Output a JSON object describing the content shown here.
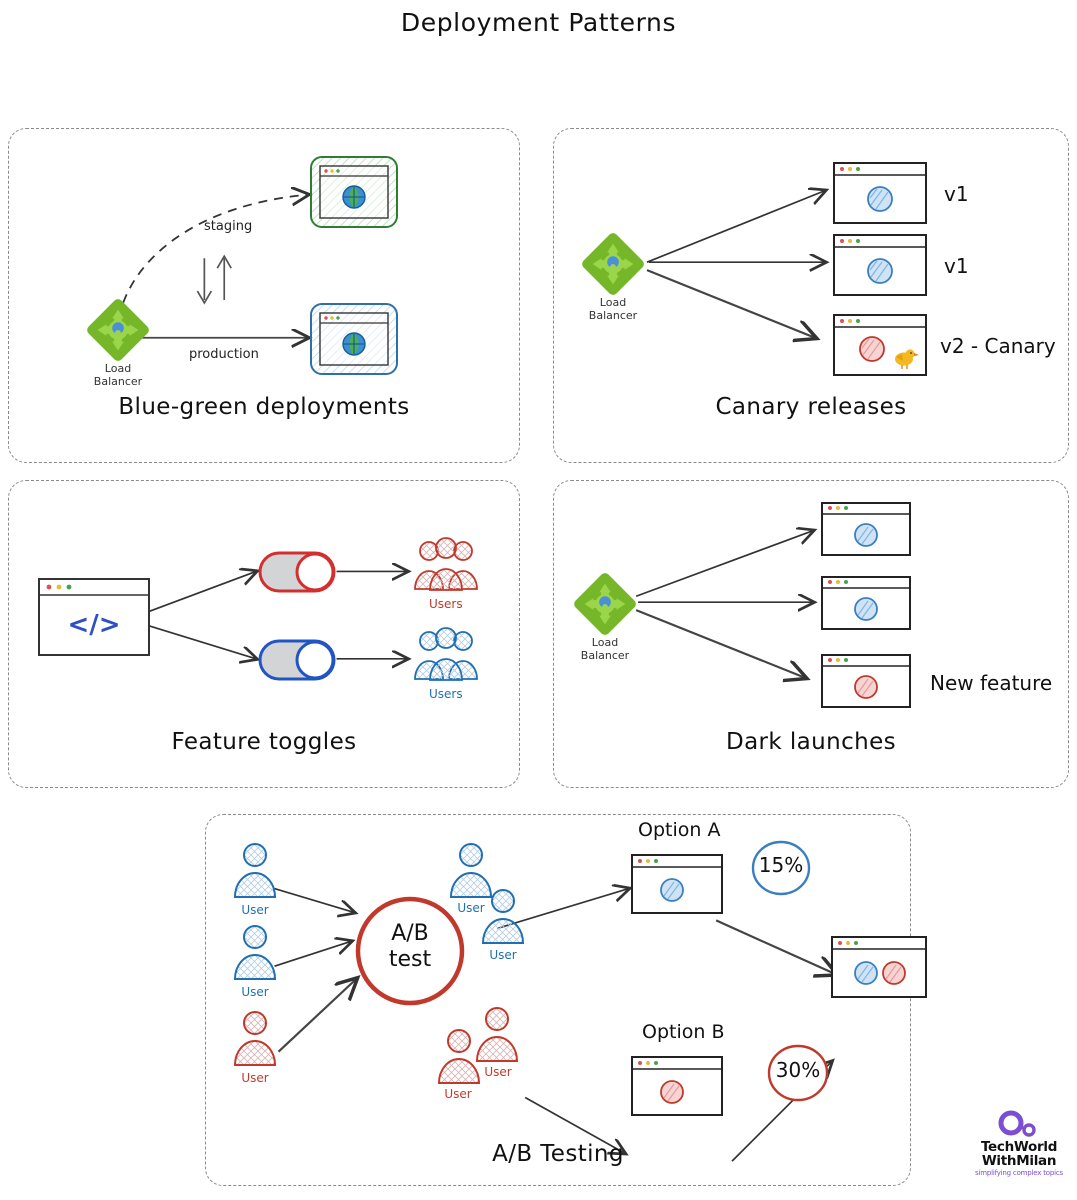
{
  "page": {
    "title": "Deployment Patterns"
  },
  "panels": {
    "blue_green": {
      "caption": "Blue-green deployments",
      "load_balancer": {
        "line1": "Load",
        "line2": "Balancer",
        "icon": "load-balancer-icon"
      },
      "edges": [
        {
          "label": "staging",
          "style": "dashed"
        },
        {
          "label": "production",
          "style": "solid"
        }
      ],
      "targets": [
        {
          "name": "staging-environment",
          "color": "#4caf50",
          "icon": "globe-icon"
        },
        {
          "name": "production-environment",
          "color": "#2f7fd1",
          "icon": "globe-icon"
        }
      ],
      "swap_icon": "swap-arrows-icon"
    },
    "canary": {
      "caption": "Canary releases",
      "load_balancer": {
        "line1": "Load",
        "line2": "Balancer",
        "icon": "load-balancer-icon"
      },
      "targets": [
        {
          "label": "v1",
          "dot_color": "#4a90d9",
          "bird": false
        },
        {
          "label": "v1",
          "dot_color": "#4a90d9",
          "bird": false
        },
        {
          "label": "v2 - Canary",
          "dot_color": "#d9534f",
          "bird": true
        }
      ]
    },
    "feature_toggles": {
      "caption": "Feature toggles",
      "source": {
        "name": "code-window",
        "glyph": "</>"
      },
      "toggles": [
        {
          "state": "on",
          "color": "#d32f2f",
          "users_label": "Users",
          "users_color": "#c0392b"
        },
        {
          "state": "on",
          "color": "#2255c4",
          "users_label": "Users",
          "users_color": "#1f6fb2"
        }
      ]
    },
    "dark_launches": {
      "caption": "Dark launches",
      "load_balancer": {
        "line1": "Load",
        "line2": "Balancer",
        "icon": "load-balancer-icon"
      },
      "targets": [
        {
          "label": "",
          "dot_color": "#4a90d9"
        },
        {
          "label": "",
          "dot_color": "#4a90d9"
        },
        {
          "label": "New feature",
          "dot_color": "#d9534f"
        }
      ]
    },
    "ab_testing": {
      "caption": "A/B Testing",
      "hub": {
        "line1": "A/B",
        "line2": "test",
        "color": "#c0392b"
      },
      "input_users": [
        {
          "label": "User",
          "color": "#1f6fb2"
        },
        {
          "label": "User",
          "color": "#1f6fb2"
        },
        {
          "label": "User",
          "color": "#c0392b"
        }
      ],
      "branch_a": {
        "users": [
          {
            "label": "User",
            "color": "#1f6fb2"
          },
          {
            "label": "User",
            "color": "#1f6fb2"
          }
        ],
        "option_label": "Option A",
        "dot_color": "#4a90d9",
        "percent": "15%",
        "percent_color": "#3a7fc1"
      },
      "branch_b": {
        "users": [
          {
            "label": "User",
            "color": "#c0392b"
          },
          {
            "label": "User",
            "color": "#c0392b"
          }
        ],
        "option_label": "Option B",
        "dot_color": "#d9534f",
        "percent": "30%",
        "percent_color": "#c0392b"
      },
      "result": {
        "name": "result-window",
        "dots": [
          "#4a90d9",
          "#d9534f"
        ]
      }
    }
  },
  "logo": {
    "line1": "TechWorld",
    "line2": "WithMilan",
    "tagline": "simplifying complex topics",
    "accent": "#7b4fcf"
  }
}
